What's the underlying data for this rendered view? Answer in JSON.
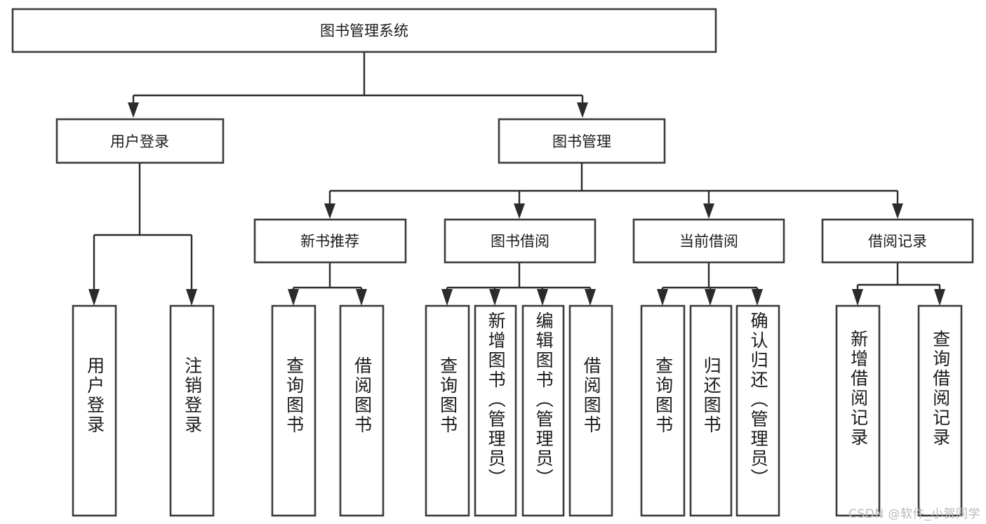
{
  "diagram": {
    "type": "tree",
    "title": "图书管理系统",
    "orientation": "top-down",
    "colors": {
      "box_stroke": "#3b3b3b",
      "box_fill": "#ffffff",
      "connector": "#2b2b2b",
      "text": "#1b1b1b",
      "background": "#ffffff",
      "watermark": "#b9b9b9"
    },
    "root": {
      "label": "图书管理系统"
    },
    "level1": [
      {
        "id": "user-login",
        "label": "用户登录"
      },
      {
        "id": "book-manage",
        "label": "图书管理"
      }
    ],
    "level2": [
      {
        "id": "new-book-recommend",
        "label": "新书推荐",
        "parent": "book-manage"
      },
      {
        "id": "book-borrow",
        "label": "图书借阅",
        "parent": "book-manage"
      },
      {
        "id": "current-borrow",
        "label": "当前借阅",
        "parent": "book-manage"
      },
      {
        "id": "borrow-record",
        "label": "借阅记录",
        "parent": "book-manage"
      }
    ],
    "leaves": [
      {
        "id": "leaf-user-login",
        "label": "用户登录",
        "parent": "user-login"
      },
      {
        "id": "leaf-logout-login",
        "label": "注销登录",
        "parent": "user-login"
      },
      {
        "id": "leaf-query-book-1",
        "label": "查询图书",
        "parent": "new-book-recommend"
      },
      {
        "id": "leaf-borrow-book-1",
        "label": "借阅图书",
        "parent": "new-book-recommend"
      },
      {
        "id": "leaf-query-book-2",
        "label": "查询图书",
        "parent": "book-borrow"
      },
      {
        "id": "leaf-add-book",
        "label": "新增图书（管理员）",
        "parent": "book-borrow"
      },
      {
        "id": "leaf-edit-book",
        "label": "编辑图书（管理员）",
        "parent": "book-borrow"
      },
      {
        "id": "leaf-borrow-book-2",
        "label": "借阅图书",
        "parent": "book-borrow"
      },
      {
        "id": "leaf-query-book-3",
        "label": "查询图书",
        "parent": "current-borrow"
      },
      {
        "id": "leaf-return-book",
        "label": "归还图书",
        "parent": "current-borrow"
      },
      {
        "id": "leaf-confirm-return",
        "label": "确认归还（管理员）",
        "parent": "current-borrow"
      },
      {
        "id": "leaf-add-record",
        "label": "新增借阅记录",
        "parent": "borrow-record"
      },
      {
        "id": "leaf-query-record",
        "label": "查询借阅记录",
        "parent": "borrow-record"
      }
    ]
  },
  "watermark": {
    "text": "CSDN @软件_小贺同学"
  }
}
